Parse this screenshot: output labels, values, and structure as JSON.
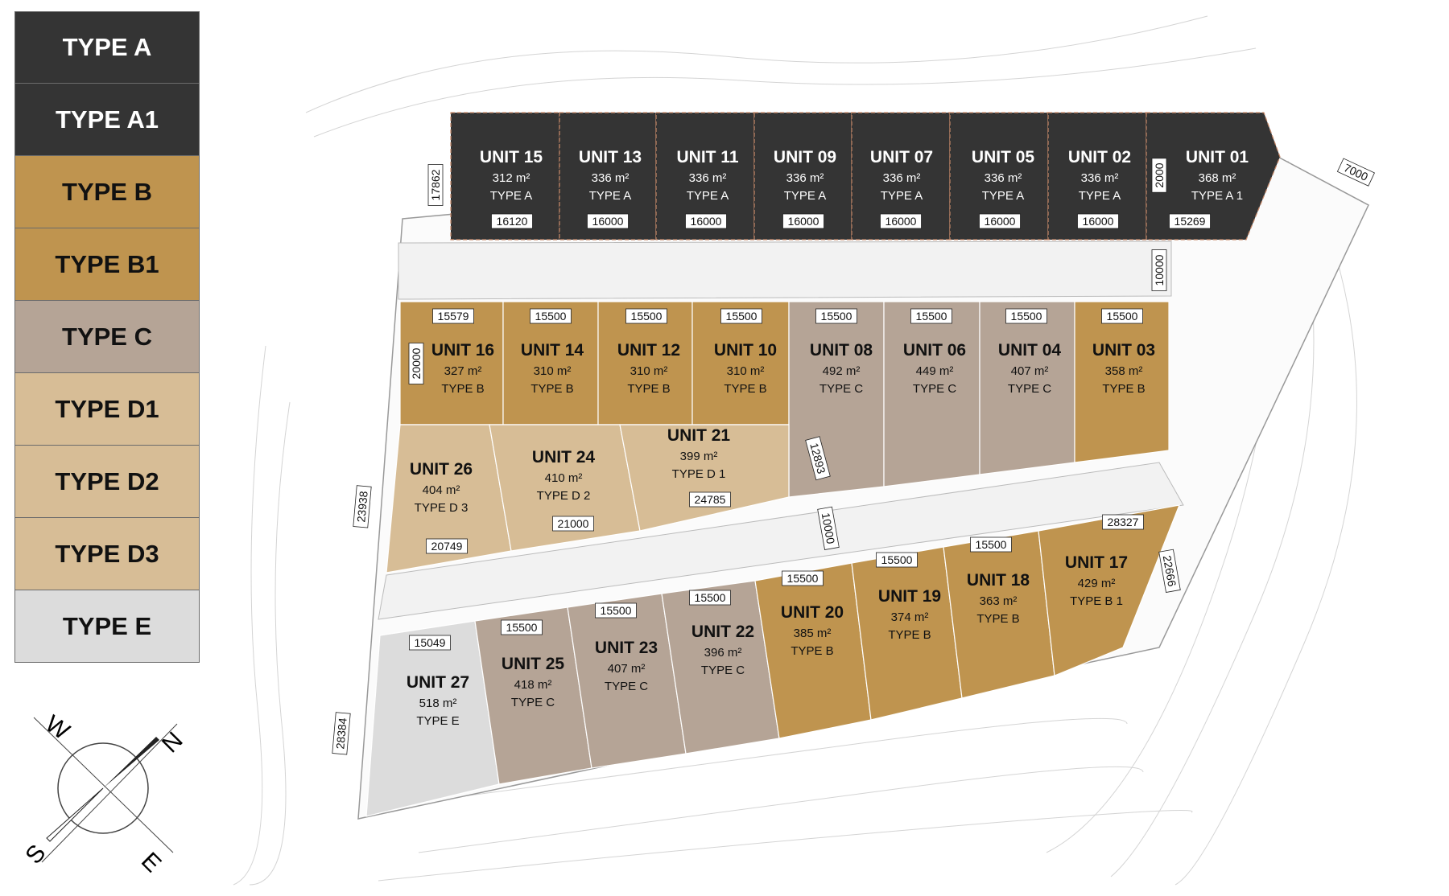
{
  "legend": [
    {
      "label": "TYPE A",
      "bg": "#343434",
      "fg": "#ffffff"
    },
    {
      "label": "TYPE A1",
      "bg": "#343434",
      "fg": "#ffffff"
    },
    {
      "label": "TYPE B",
      "bg": "#bf944f",
      "fg": "#111111"
    },
    {
      "label": "TYPE B1",
      "bg": "#bf944f",
      "fg": "#111111"
    },
    {
      "label": "TYPE C",
      "bg": "#b5a496",
      "fg": "#111111"
    },
    {
      "label": "TYPE D1",
      "bg": "#d7bd96",
      "fg": "#111111"
    },
    {
      "label": "TYPE D2",
      "bg": "#d7bd96",
      "fg": "#111111"
    },
    {
      "label": "TYPE D3",
      "bg": "#d7bd96",
      "fg": "#111111"
    },
    {
      "label": "TYPE E",
      "bg": "#dcdcdc",
      "fg": "#111111"
    }
  ],
  "compass": {
    "w": "W",
    "n": "N",
    "s": "S",
    "e": "E"
  },
  "colors": {
    "type_a": "#343434",
    "type_b": "#bf944f",
    "type_c": "#b5a496",
    "type_d": "#d7bd96",
    "type_e": "#dcdcdc",
    "dim_line": "#555555"
  },
  "units": [
    {
      "name": "UNIT 15",
      "area": "312 m²",
      "type": "TYPE A",
      "dim": "16120",
      "style": "a"
    },
    {
      "name": "UNIT 13",
      "area": "336 m²",
      "type": "TYPE A",
      "dim": "16000",
      "style": "a"
    },
    {
      "name": "UNIT 11",
      "area": "336 m²",
      "type": "TYPE A",
      "dim": "16000",
      "style": "a"
    },
    {
      "name": "UNIT 09",
      "area": "336 m²",
      "type": "TYPE A",
      "dim": "16000",
      "style": "a"
    },
    {
      "name": "UNIT 07",
      "area": "336 m²",
      "type": "TYPE A",
      "dim": "16000",
      "style": "a"
    },
    {
      "name": "UNIT 05",
      "area": "336 m²",
      "type": "TYPE A",
      "dim": "16000",
      "style": "a"
    },
    {
      "name": "UNIT 02",
      "area": "336 m²",
      "type": "TYPE A",
      "dim": "16000",
      "style": "a"
    },
    {
      "name": "UNIT 01",
      "area": "368 m²",
      "type": "TYPE A 1",
      "dim": "15269",
      "style": "a"
    },
    {
      "name": "UNIT 16",
      "area": "327 m²",
      "type": "TYPE B",
      "dim": "15579",
      "style": "b"
    },
    {
      "name": "UNIT 14",
      "area": "310 m²",
      "type": "TYPE B",
      "dim": "15500",
      "style": "b"
    },
    {
      "name": "UNIT 12",
      "area": "310 m²",
      "type": "TYPE B",
      "dim": "15500",
      "style": "b"
    },
    {
      "name": "UNIT 10",
      "area": "310 m²",
      "type": "TYPE B",
      "dim": "15500",
      "style": "b"
    },
    {
      "name": "UNIT 08",
      "area": "492 m²",
      "type": "TYPE C",
      "dim": "15500",
      "style": "c"
    },
    {
      "name": "UNIT 06",
      "area": "449 m²",
      "type": "TYPE C",
      "dim": "15500",
      "style": "c"
    },
    {
      "name": "UNIT 04",
      "area": "407 m²",
      "type": "TYPE C",
      "dim": "15500",
      "style": "c"
    },
    {
      "name": "UNIT 03",
      "area": "358 m²",
      "type": "TYPE B",
      "dim": "15500",
      "style": "b"
    },
    {
      "name": "UNIT 26",
      "area": "404 m²",
      "type": "TYPE D 3",
      "dim": "20749",
      "style": "d"
    },
    {
      "name": "UNIT 24",
      "area": "410 m²",
      "type": "TYPE D 2",
      "dim": "21000",
      "style": "d"
    },
    {
      "name": "UNIT 21",
      "area": "399 m²",
      "type": "TYPE D 1",
      "dim": "24785",
      "style": "d"
    },
    {
      "name": "UNIT 27",
      "area": "518 m²",
      "type": "TYPE E",
      "dim": "15049",
      "style": "e"
    },
    {
      "name": "UNIT 25",
      "area": "418 m²",
      "type": "TYPE C",
      "dim": "15500",
      "style": "c"
    },
    {
      "name": "UNIT 23",
      "area": "407 m²",
      "type": "TYPE C",
      "dim": "15500",
      "style": "c"
    },
    {
      "name": "UNIT 22",
      "area": "396 m²",
      "type": "TYPE C",
      "dim": "15500",
      "style": "c"
    },
    {
      "name": "UNIT 20",
      "area": "385 m²",
      "type": "TYPE B",
      "dim": "15500",
      "style": "b"
    },
    {
      "name": "UNIT 19",
      "area": "374 m²",
      "type": "TYPE B",
      "dim": "15500",
      "style": "b"
    },
    {
      "name": "UNIT 18",
      "area": "363 m²",
      "type": "TYPE B",
      "dim": "15500",
      "style": "b"
    },
    {
      "name": "UNIT 17",
      "area": "429 m²",
      "type": "TYPE B 1",
      "dim": "28327",
      "style": "b"
    }
  ],
  "dimensions": [
    "17862",
    "7000",
    "2000",
    "10000",
    "20000",
    "12893",
    "10000",
    "23938",
    "22666",
    "28384"
  ]
}
